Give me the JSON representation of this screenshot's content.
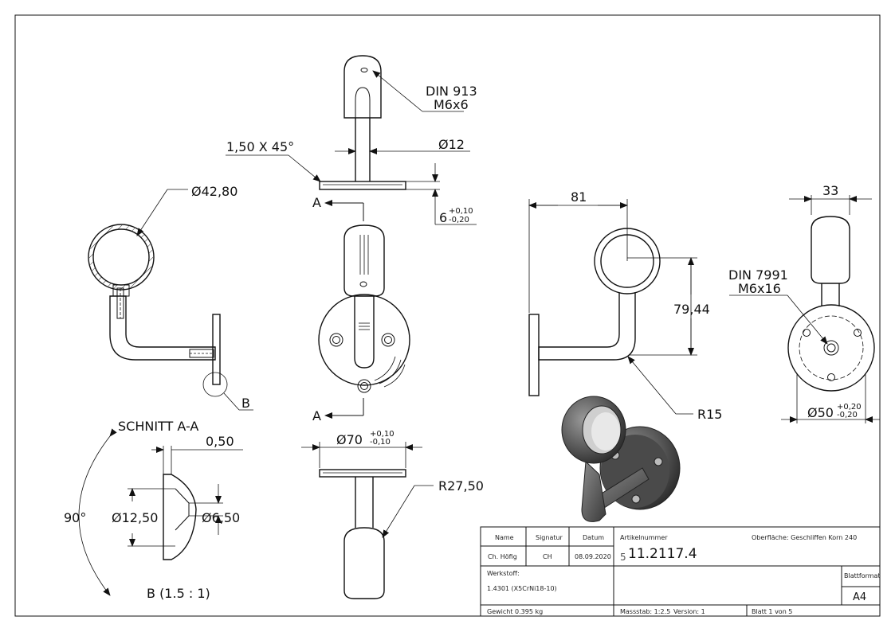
{
  "labels": {
    "din913": "DIN 913",
    "m6x6": "M6x6",
    "chamfer": "1,50 X 45°",
    "dia12": "Ø12",
    "dia42": "Ø42,80",
    "six": "6",
    "six_tol_up": "+0,10",
    "six_tol_dn": "-0,20",
    "section_a": "A",
    "detail_b": "B",
    "schnitt": "SCHNITT A-A",
    "d050": "0,50",
    "d90": "90°",
    "d1250": "Ø12,50",
    "d650": "Ø6,50",
    "detail_scale": "B (1.5 : 1)",
    "dia70": "Ø70",
    "dia70_up": "+0,10",
    "dia70_dn": "-0,10",
    "r2750": "R27,50",
    "d81": "81",
    "d7944": "79,44",
    "r15": "R15",
    "d33": "33",
    "din7991": "DIN 7991",
    "m6x16": "M6x16",
    "dia50": "Ø50",
    "dia50_up": "+0,20",
    "dia50_dn": "-0,20"
  },
  "title_block": {
    "name_h": "Name",
    "sig_h": "Signatur",
    "date_h": "Datum",
    "name": "Ch. Höfig",
    "sig": "CH",
    "date": "08.09.2020",
    "artikel_h": "Artikelnummer",
    "artikel": "11.2117.4",
    "artikel_prefix": "5",
    "oberflaeche": "Oberfläche:  Geschliffen Korn 240",
    "werkstoff_h": "Werkstoff:",
    "werkstoff": "1.4301 (X5CrNi18-10)",
    "blattformat_h": "Blattformat",
    "blattformat": "A4",
    "gewicht": "Gewicht 0.395 kg",
    "massstab": "Massstab: 1:2.5",
    "version": "Version: 1",
    "blatt": "Blatt 1 von 5"
  }
}
